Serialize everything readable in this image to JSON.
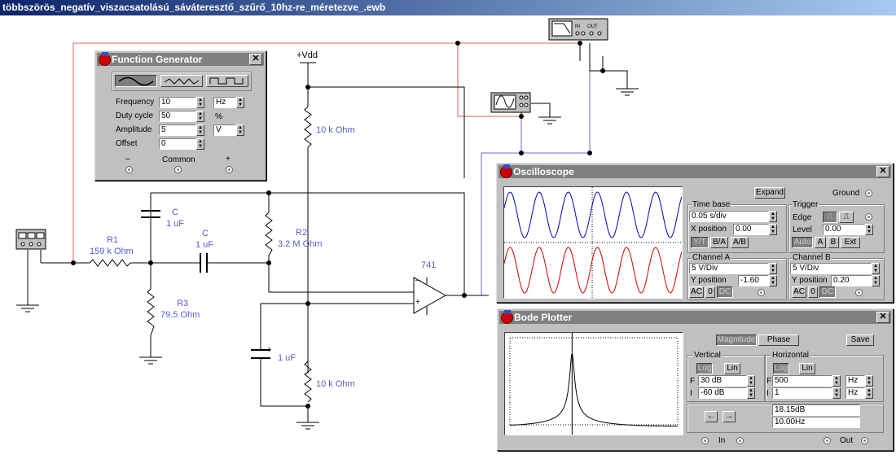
{
  "window": {
    "title": "többszörös_negatív_viszacsatolású_sáváteresztő_szűrő_10hz-re_méretezve_.ewb"
  },
  "schematic": {
    "vdd": "+Vdd",
    "r_top": "10 k Ohm",
    "r_bottom": "10 k Ohm",
    "c1_name": "C",
    "c1_value": "1 uF",
    "c2_name": "C",
    "c2_value": "1 uF",
    "r1_name": "R1",
    "r1_value": "159 k Ohm",
    "r2_name": "R2",
    "r2_value": "3.2 M Ohm",
    "r3_name": "R3",
    "r3_value": "79.5  Ohm",
    "opamp": "741",
    "cap_plus": "+",
    "cap_value": "1 uF",
    "bode_in": "IN",
    "bode_out": "OUT"
  },
  "function_generator": {
    "title": "Function Generator",
    "close": "✕",
    "frequency_label": "Frequency",
    "frequency_value": "10",
    "frequency_unit": "Hz",
    "duty_label": "Duty cycle",
    "duty_value": "50",
    "duty_unit": "%",
    "amplitude_label": "Amplitude",
    "amplitude_value": "5",
    "amplitude_unit": "V",
    "offset_label": "Offset",
    "offset_value": "0",
    "minus": "–",
    "common": "Common",
    "plus": "+"
  },
  "oscilloscope": {
    "title": "Oscilloscope",
    "close": "✕",
    "expand": "Expand",
    "ground": "Ground",
    "timebase_label": "Time base",
    "timebase_value": "0.05 s/div",
    "xpos_label": "X position",
    "xpos_value": "0.00",
    "yt": "Y/T",
    "ba": "B/A",
    "ab": "A/B",
    "trigger_label": "Trigger",
    "edge_label": "Edge",
    "level_label": "Level",
    "level_value": "0.00",
    "auto": "Auto",
    "a": "A",
    "b": "B",
    "ext": "Ext",
    "cha_label": "Channel A",
    "cha_value": "5  V/Div",
    "cha_ypos_label": "Y position",
    "cha_ypos_value": "-1.60",
    "chb_label": "Channel B",
    "chb_value": "5  V/Div",
    "chb_ypos_label": "Y position",
    "chb_ypos_value": "0.20",
    "ac": "AC",
    "zero": "0",
    "dc": "DC",
    "channel_a_color": "#0000c0",
    "channel_b_color": "#d00000"
  },
  "bode": {
    "title": "Bode Plotter",
    "close": "✕",
    "magnitude": "Magnitude",
    "phase": "Phase",
    "save": "Save",
    "vertical_label": "Vertical",
    "horizontal_label": "Horizontal",
    "log": "Log",
    "lin": "Lin",
    "f": "F",
    "i": "I",
    "v_final": "30 dB",
    "v_initial": "-60 dB",
    "h_final": "500",
    "h_initial": "1",
    "h_unit_f": "Hz",
    "h_unit_i": "Hz",
    "readout_db": "18.15dB",
    "readout_hz": "10.00Hz",
    "in_label": "In",
    "out_label": "Out",
    "left_arrow": "←",
    "right_arrow": "→"
  }
}
